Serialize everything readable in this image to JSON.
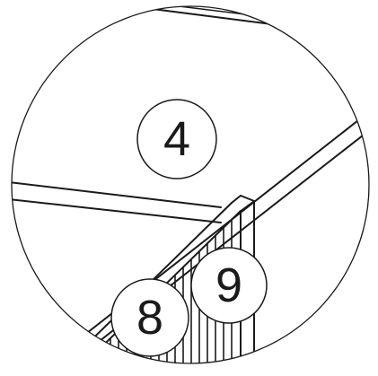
{
  "callouts": [
    {
      "id": "part-4",
      "label": "4"
    },
    {
      "id": "part-8",
      "label": "8"
    },
    {
      "id": "part-9",
      "label": "9"
    }
  ],
  "colors": {
    "line": "#1a1a1a",
    "background": "#ffffff"
  }
}
